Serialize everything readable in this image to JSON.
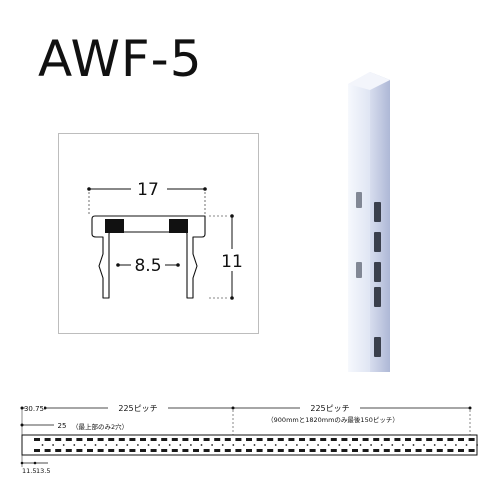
{
  "title": "AWF-5",
  "cross_section": {
    "width_label": "17",
    "inner_label": "8.5",
    "height_label": "11"
  },
  "rail": {
    "offset_top_label": "30.75",
    "offset_second_label": "25",
    "pitch_label_1": "225ピッチ",
    "note_1": "（最上部のみ2穴）",
    "pitch_label_2": "225ピッチ",
    "note_2": "（900mmと1820mmのみ最後150ピッチ）",
    "bottom_label_1": "11.5",
    "bottom_label_2": "13.5"
  },
  "colors": {
    "rail_face": "#e9edf8",
    "rail_side": "#c9d0e6",
    "slot": "#1a1a1a"
  }
}
